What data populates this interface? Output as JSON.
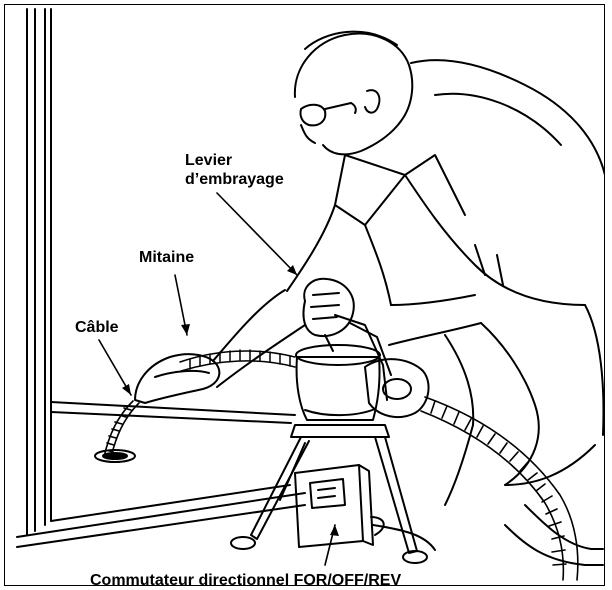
{
  "labels": {
    "lever_line1": "Levier",
    "lever_line2": "d’embrayage",
    "mitten": "Mitaine",
    "cable": "Câble",
    "switch": "Commutateur directionnel FOR/OFF/REV"
  },
  "colors": {
    "ink": "#000000",
    "paper": "#ffffff"
  }
}
